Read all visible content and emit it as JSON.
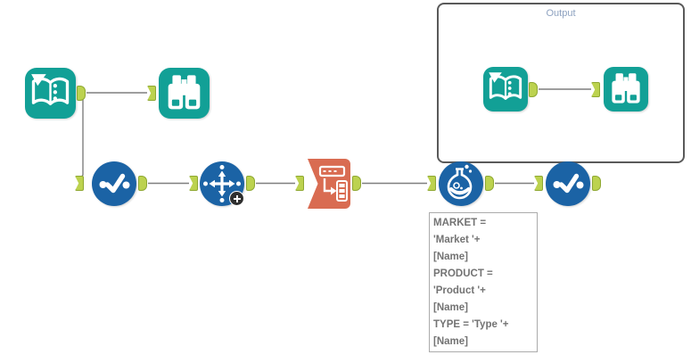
{
  "container": {
    "label": "Output"
  },
  "annotation": {
    "lines": [
      "MARKET =",
      "'Market '+",
      "[Name]",
      "PRODUCT =",
      "'Product '+",
      "[Name]",
      "TYPE = 'Type '+",
      "[Name]"
    ]
  },
  "colors": {
    "teal": "#12A096",
    "blue": "#1B63A5",
    "orange": "#D96C52",
    "anchor_green": "#BCD24F",
    "anchor_border": "#8FA832",
    "wire": "#7F7F7F",
    "container_border": "#5A5A5A",
    "container_label": "#8EA2C0",
    "annotation_text": "#737373",
    "annotation_border": "#ABABAB",
    "badge_dark": "#2E2E2E"
  },
  "icons": {
    "input_1": "input-data-book-icon",
    "browse_1": "browse-binoculars-icon",
    "select_1": "select-checkmark-icon",
    "arrange": "move-arrows-icon",
    "transpose": "transpose-icon",
    "formula": "formula-flask-icon",
    "select_2": "select-checkmark-icon",
    "input_2": "input-data-book-icon",
    "browse_2": "browse-binoculars-icon"
  }
}
